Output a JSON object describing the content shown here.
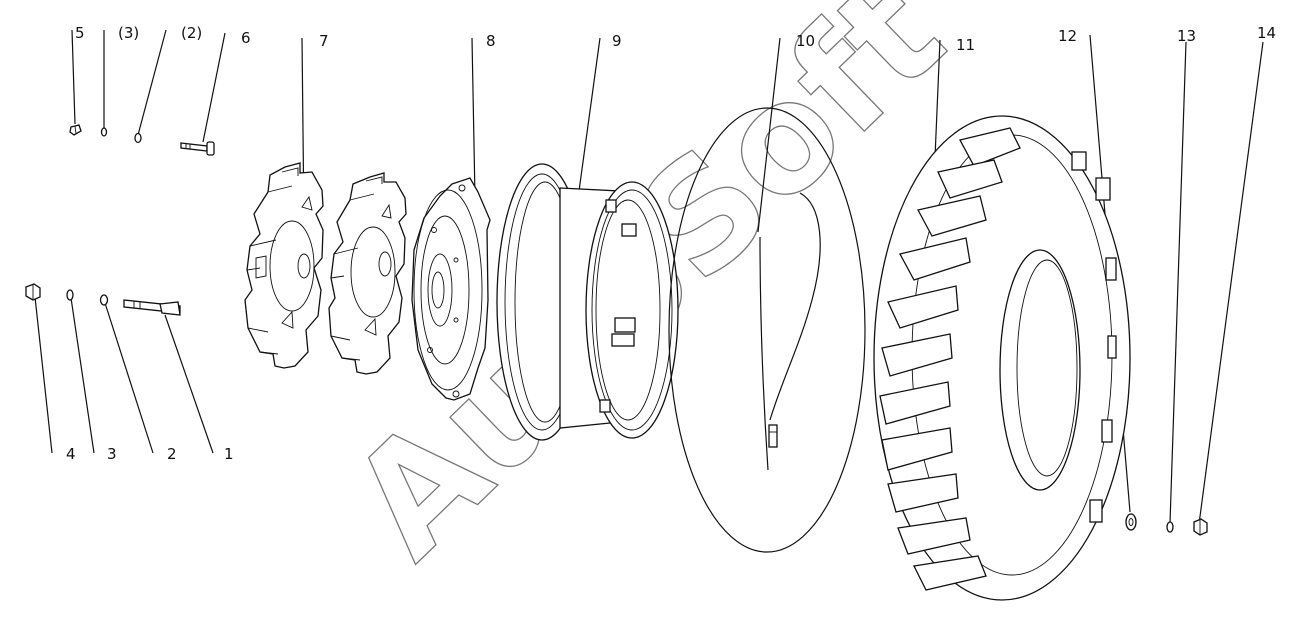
{
  "diagram": {
    "callouts": [
      "1",
      "2",
      "3",
      "4",
      "5",
      "(3)",
      "(2)",
      "6",
      "7",
      "8",
      "9",
      "10",
      "11",
      "12",
      "13",
      "14"
    ]
  },
  "watermark": {
    "text": "AutoSoft"
  },
  "colors": {
    "line": "#111111",
    "background": "#ffffff",
    "watermark": "#777777"
  }
}
